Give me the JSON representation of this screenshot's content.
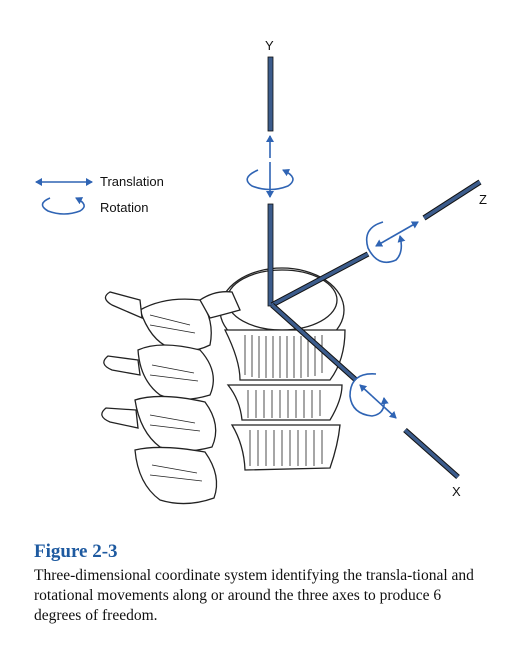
{
  "legend": {
    "translation_label": "Translation",
    "rotation_label": "Rotation"
  },
  "axes": {
    "y_label": "Y",
    "z_label": "Z",
    "x_label": "X"
  },
  "caption": {
    "title": "Figure 2-3",
    "text": "Three-dimensional coordinate system identifying the transla-tional and rotational movements along or around the three axes to produce 6 degrees of freedom."
  },
  "colors": {
    "axis_blue": "#3c5c8c",
    "arrow_blue": "#2f64b4",
    "caption_title": "#1e5aa0"
  }
}
